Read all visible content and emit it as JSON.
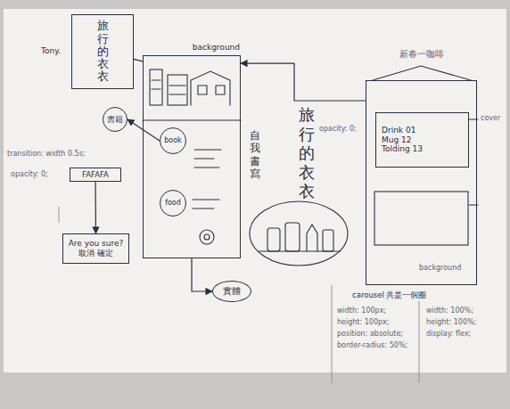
{
  "diagram": {
    "nodes": [
      {
        "text": [
          "旅行的衣衣"
        ]
      },
      {
        "text": [
          "background"
        ]
      },
      {
        "text": [
          "book"
        ],
        "in": 1
      },
      {
        "text": [
          "food"
        ],
        "in": 1
      },
      {
        "text": [
          "書籍"
        ]
      },
      {
        "text": [
          "FAFAFA"
        ]
      },
      {
        "text": [
          "Are you sure?",
          "取消 確定"
        ]
      },
      {
        "text": [
          "實體"
        ]
      },
      {
        "text": [
          "新春一咖啡"
        ]
      },
      {
        "text": [
          "Drink 01",
          "Mug 12",
          "Tolding 13"
        ],
        "in": 8
      }
    ],
    "edges": [
      {
        "from": 8,
        "to": 1,
        "arrow": "to"
      },
      {
        "from": 2,
        "to": 4,
        "arrow": "to"
      },
      {
        "from": 5,
        "to": 6,
        "arrow": "to"
      },
      {
        "from": 1,
        "to": 7,
        "arrow": "to"
      },
      {
        "from": 0,
        "to": 1,
        "arrow": "none"
      }
    ],
    "labels": [
      "Tony.",
      "旅行的衣衣",
      "opacity: 0;",
      "自我書寫",
      "transition: width 0.5s;",
      "opacity: 0;",
      "cover",
      "background",
      "carousel 共是一個圈",
      "width: 100px;",
      "height: 100px;",
      "position: absolute;",
      "border-radius: 50%;",
      "width: 100%;",
      "height: 100%;",
      "display: flex;"
    ]
  }
}
